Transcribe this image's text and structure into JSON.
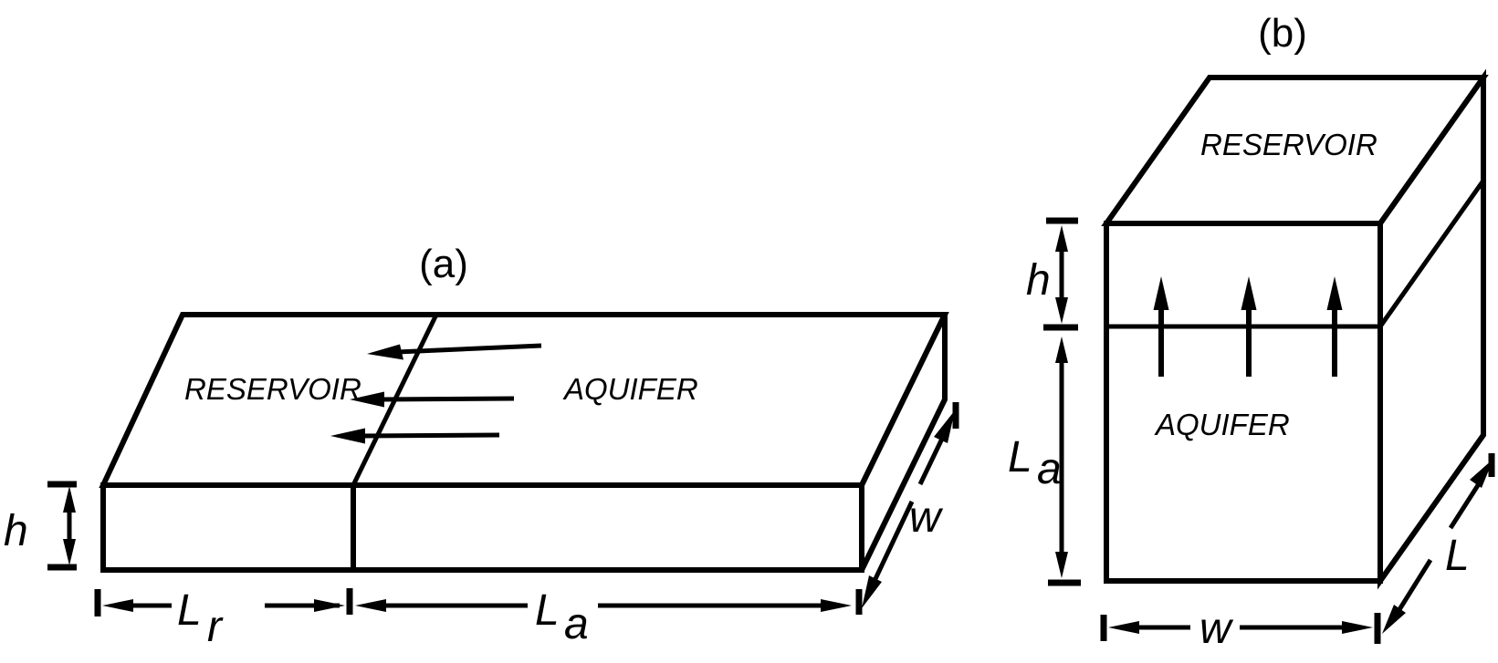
{
  "figure": {
    "background_color": "#ffffff",
    "line_color": "#000000"
  },
  "panel_a": {
    "caption": "(a)",
    "reservoir": "RESERVOIR",
    "aquifer": "AQUIFER",
    "dim_h": "h",
    "dim_Lr": {
      "base": "L",
      "sub": "r"
    },
    "dim_La": {
      "base": "L",
      "sub": "a"
    },
    "dim_w": "w"
  },
  "panel_b": {
    "caption": "(b)",
    "reservoir": "RESERVOIR",
    "aquifer": "AQUIFER",
    "dim_h": "h",
    "dim_La": {
      "base": "L",
      "sub": "a"
    },
    "dim_w": "w",
    "dim_L": "L"
  }
}
